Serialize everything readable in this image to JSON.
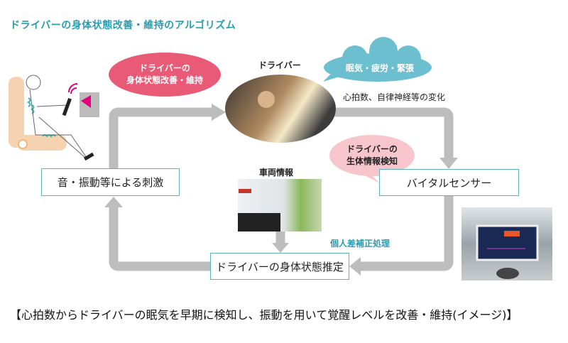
{
  "title": "ドライバーの身体状態改善・維持のアルゴリズム",
  "bubbles": {
    "improve": [
      "ドライバーの",
      "身体状態改善・維持"
    ],
    "state": "眠気・疲労・緊張",
    "detect": [
      "ドライバーの",
      "生体情報検知"
    ]
  },
  "labels": {
    "driver": "ドライバー",
    "change": "心拍数、自律神経等の変化",
    "vehicle_info": "車両情報",
    "correction": "個人差補正処理"
  },
  "boxes": {
    "stimulus": "音・振動等による刺激",
    "sensor": "バイタルセンサー",
    "estimate": "ドライバーの身体状態推定"
  },
  "caption": "【心拍数からドライバーの眠気を早期に検知し、振動を用いて覚醒レベルを改善・維持(イメージ)】",
  "colors": {
    "title": "#2a9db0",
    "improve_bubble": "#e85a75",
    "state_cloud": "#6bbfcf",
    "detect_bubble": "#f7c5cc",
    "arrow": "#bdbdbd",
    "box_border": "#5fb3bd"
  }
}
